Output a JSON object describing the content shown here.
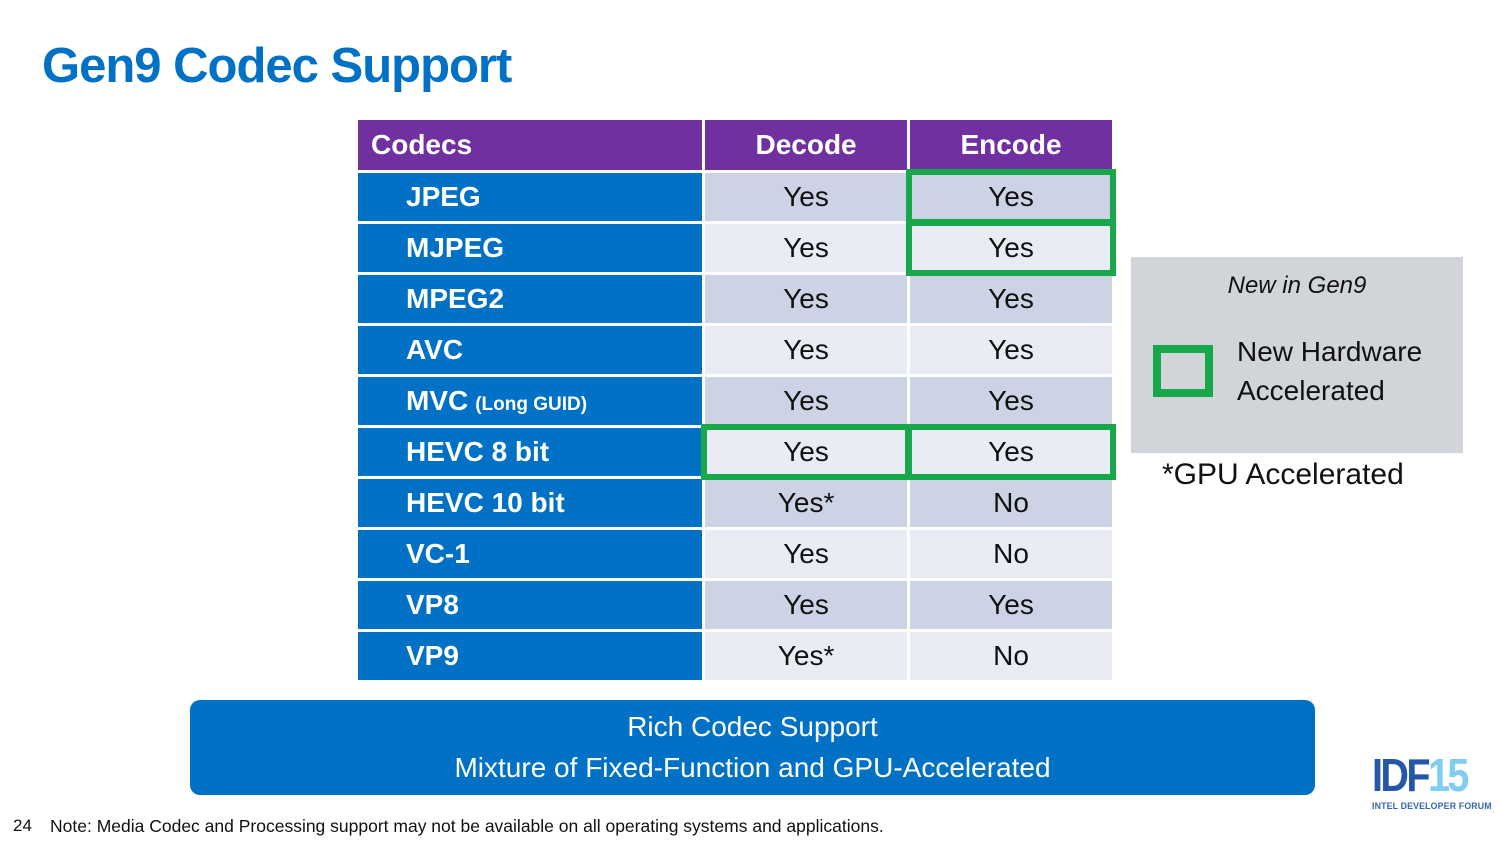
{
  "title": "Gen9 Codec Support",
  "page_number": "24",
  "footnote": "Note: Media Codec and Processing support may not be available on all operating systems and applications.",
  "banner": {
    "line1": "Rich Codec Support",
    "line2": "Mixture of Fixed-Function and GPU-Accelerated"
  },
  "legend": {
    "title": "New in Gen9",
    "item_label": "New Hardware Accelerated",
    "gpu_note": "*GPU Accelerated"
  },
  "logo": {
    "idf": "IDF",
    "year": "15",
    "subtitle": "INTEL DEVELOPER FORUM"
  },
  "table": {
    "columns": [
      "Codecs",
      "Decode",
      "Encode"
    ],
    "rows": [
      {
        "codec": "JPEG",
        "suffix": "",
        "decode": "Yes",
        "encode": "Yes",
        "decode_hl": false,
        "encode_hl": true
      },
      {
        "codec": "MJPEG",
        "suffix": "",
        "decode": "Yes",
        "encode": "Yes",
        "decode_hl": false,
        "encode_hl": true
      },
      {
        "codec": "MPEG2",
        "suffix": "",
        "decode": "Yes",
        "encode": "Yes",
        "decode_hl": false,
        "encode_hl": false
      },
      {
        "codec": "AVC",
        "suffix": "",
        "decode": "Yes",
        "encode": "Yes",
        "decode_hl": false,
        "encode_hl": false
      },
      {
        "codec": "MVC",
        "suffix": "(Long GUID)",
        "decode": "Yes",
        "encode": "Yes",
        "decode_hl": false,
        "encode_hl": false
      },
      {
        "codec": "HEVC 8 bit",
        "suffix": "",
        "decode": "Yes",
        "encode": "Yes",
        "decode_hl": true,
        "encode_hl": true
      },
      {
        "codec": "HEVC 10 bit",
        "suffix": "",
        "decode": "Yes*",
        "encode": "No",
        "decode_hl": false,
        "encode_hl": false
      },
      {
        "codec": "VC-1",
        "suffix": "",
        "decode": "Yes",
        "encode": "No",
        "decode_hl": false,
        "encode_hl": false
      },
      {
        "codec": "VP8",
        "suffix": "",
        "decode": "Yes",
        "encode": "Yes",
        "decode_hl": false,
        "encode_hl": false
      },
      {
        "codec": "VP9",
        "suffix": "",
        "decode": "Yes*",
        "encode": "No",
        "decode_hl": false,
        "encode_hl": false
      }
    ]
  },
  "colors": {
    "title_blue": "#0071c5",
    "header_purple": "#7030a0",
    "row_label_blue": "#0071c5",
    "row_light": "#e9ecf5",
    "row_dark": "#ccd3e4",
    "highlight_green": "#18a84b",
    "legend_gray": "#d1d4d8",
    "banner_blue": "#0071c5",
    "logo_dark_blue": "#2457a7",
    "logo_light_blue": "#7fcdf0",
    "logo_text_blue": "#3566ad"
  }
}
